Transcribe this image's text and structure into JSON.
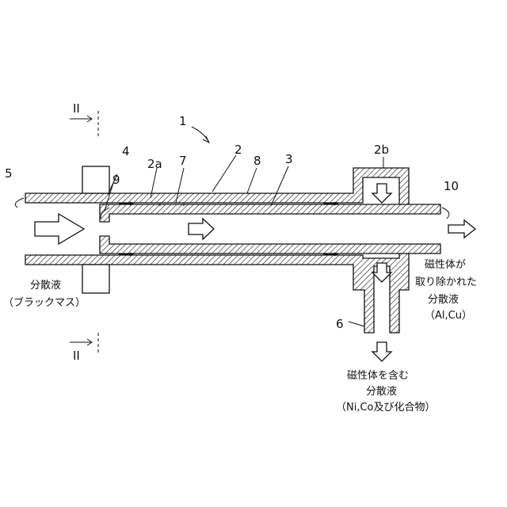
{
  "labels": {
    "ref1": "1",
    "ref2": "2",
    "ref2a": "2a",
    "ref2b": "2b",
    "ref3": "3",
    "ref4": "4",
    "ref5": "5",
    "ref6": "6",
    "ref7": "7",
    "ref8": "8",
    "ref9": "9",
    "ref10": "10",
    "section_top": "II",
    "section_bottom": "II"
  },
  "captions": {
    "inlet_line1": "分散液",
    "inlet_line2": "（ブラックマス）",
    "outlet_line1": "磁性体が",
    "outlet_line2": "取り除かれた",
    "outlet_line3": "分散液",
    "outlet_line4": "（Al,Cu）",
    "bottom_line1": "磁性体を含む",
    "bottom_line2": "分散液",
    "bottom_line3": "（Ni,Co及び化合物）"
  }
}
